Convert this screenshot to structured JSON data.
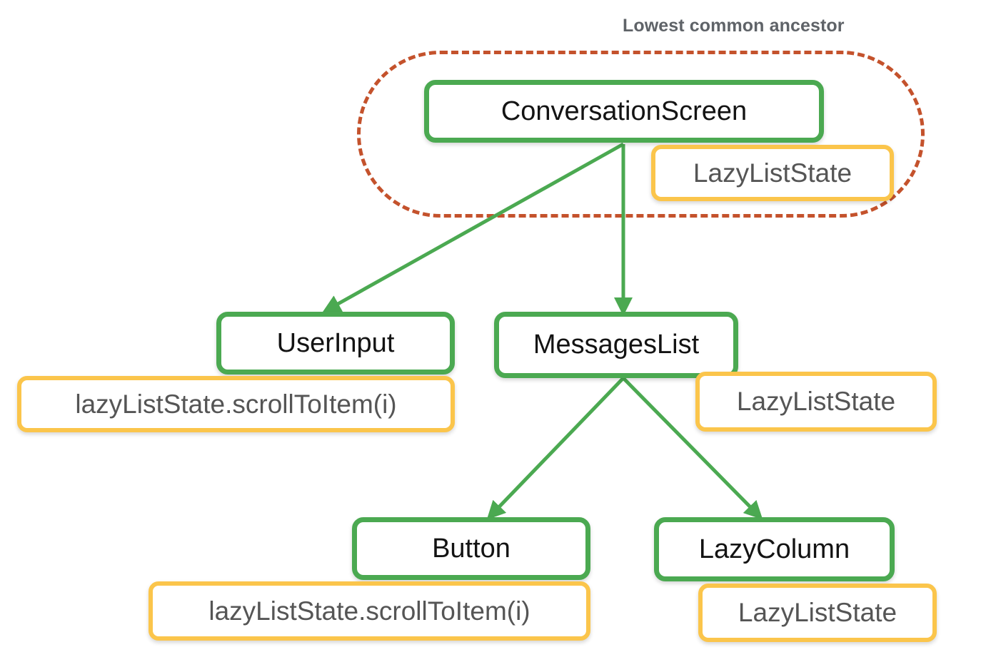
{
  "diagram": {
    "title_annotation": "Lowest common ancestor",
    "palette": {
      "component_border": "#4BA951",
      "state_border": "#FBC54B",
      "ancestor_dashed": "#C4522C",
      "component_text": "#131313",
      "state_text": "#555555",
      "annotation_text": "#5F6368",
      "background": "#FFFFFF"
    },
    "nodes": [
      {
        "id": "conversation-screen",
        "label": "ConversationScreen",
        "kind": "component"
      },
      {
        "id": "conversation-screen-state",
        "label": "LazyListState",
        "kind": "state"
      },
      {
        "id": "user-input",
        "label": "UserInput",
        "kind": "component"
      },
      {
        "id": "user-input-state",
        "label": "lazyListState.scrollToItem(i)",
        "kind": "state"
      },
      {
        "id": "messages-list",
        "label": "MessagesList",
        "kind": "component"
      },
      {
        "id": "messages-list-state",
        "label": "LazyListState",
        "kind": "state"
      },
      {
        "id": "button",
        "label": "Button",
        "kind": "component"
      },
      {
        "id": "button-state",
        "label": "lazyListState.scrollToItem(i)",
        "kind": "state"
      },
      {
        "id": "lazy-column",
        "label": "LazyColumn",
        "kind": "component"
      },
      {
        "id": "lazy-column-state",
        "label": "LazyListState",
        "kind": "state"
      }
    ],
    "edges": [
      {
        "from": "conversation-screen",
        "to": "user-input"
      },
      {
        "from": "conversation-screen",
        "to": "messages-list"
      },
      {
        "from": "messages-list",
        "to": "button"
      },
      {
        "from": "messages-list",
        "to": "lazy-column"
      }
    ],
    "ancestor_group": [
      "conversation-screen",
      "conversation-screen-state"
    ]
  }
}
